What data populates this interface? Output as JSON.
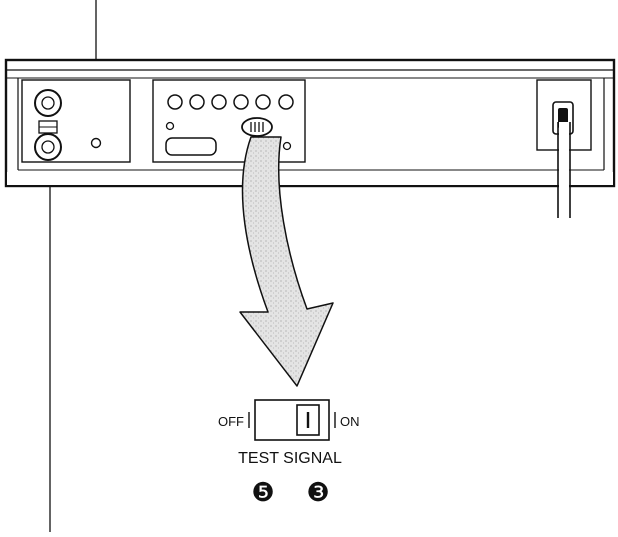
{
  "switch": {
    "off_label": "OFF",
    "on_label": "ON",
    "title": "TEST SIGNAL"
  },
  "callouts": [
    {
      "glyph": "❺"
    },
    {
      "glyph": "❸"
    }
  ],
  "colors": {
    "ink": "#111111",
    "arrow_fill": "#dedede",
    "paper": "#ffffff"
  }
}
